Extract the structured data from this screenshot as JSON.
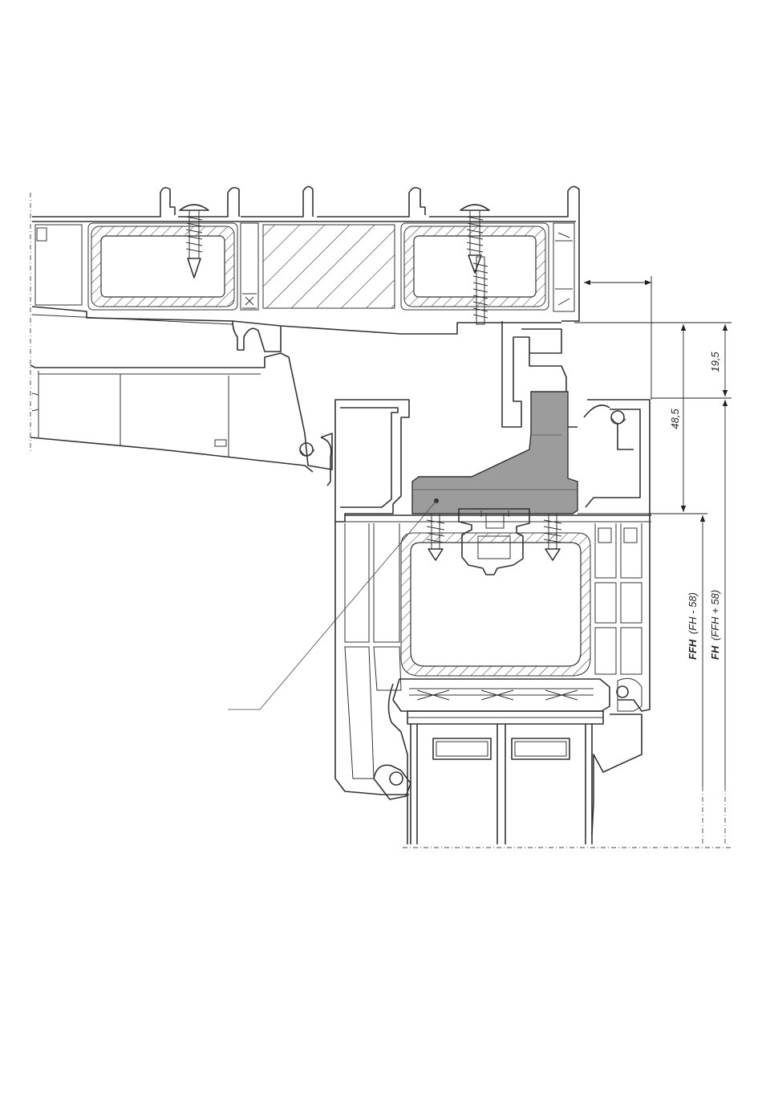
{
  "dimensions": {
    "d1": "19,5",
    "d2": "48,5",
    "ffh_bold": "FFH",
    "ffh_paren": "(FH - 58)",
    "fh_bold": "FH",
    "fh_paren": "(FFH + 58)"
  },
  "colors": {
    "line": "#333333",
    "bracket": "#9c9c9c",
    "background": "#ffffff"
  }
}
